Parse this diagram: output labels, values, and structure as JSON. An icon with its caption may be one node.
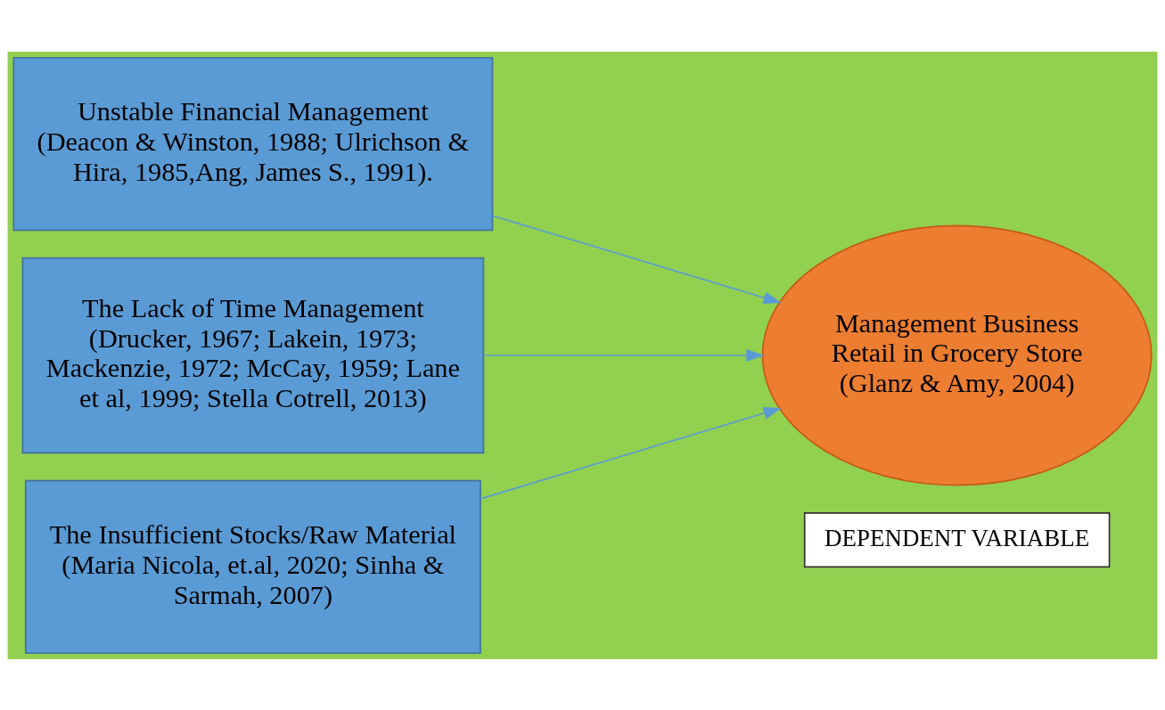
{
  "diagram": {
    "nodes": [
      {
        "text": [
          "DEPENDENT VARIABLE"
        ]
      },
      {
        "text": [
          "Unstable Financial Management",
          "(Deacon & Winston, 1988; Ulrichson & Hira, 1985,Ang, James S., 1991)."
        ]
      },
      {
        "text": [
          "The Lack of Time Management",
          "(Drucker, 1967; Lakein, 1973; Mackenzie, 1972; McCay, 1959; Lane et al, 1999; Stella Cotrell, 2013)"
        ]
      },
      {
        "text": [
          "The Insufficient Stocks/Raw Material",
          "(Maria Nicola, et.al, 2020; Sinha & Sarmah, 2007)"
        ]
      },
      {
        "text": [
          "Management Business Retail in Grocery Store",
          "(Glanz & Amy, 2004)"
        ]
      }
    ],
    "edges": [
      {
        "from": 1,
        "to": 4,
        "arrow": "to"
      },
      {
        "from": 2,
        "to": 4,
        "arrow": "to"
      },
      {
        "from": 3,
        "to": 4,
        "arrow": "to"
      }
    ]
  }
}
